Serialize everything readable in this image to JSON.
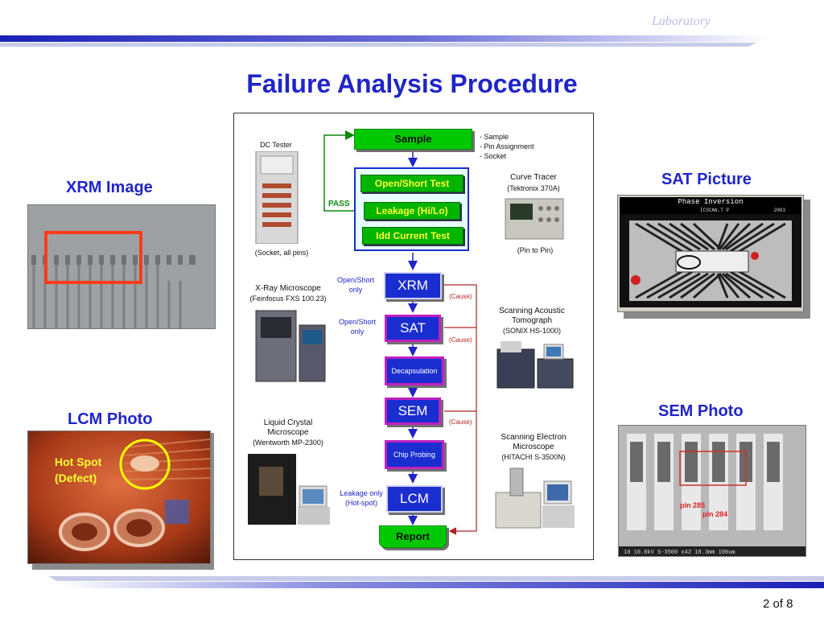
{
  "header": {
    "lab": "Laboratory"
  },
  "title": "Failure Analysis Procedure",
  "left": {
    "xrm_heading": "XRM Image",
    "lcm_heading": "LCM Photo",
    "hotspot_line1": "Hot Spot",
    "hotspot_line2": "(Defect)"
  },
  "right": {
    "sat_heading": "SAT Picture",
    "sat_window_title": "Phase Inversion",
    "sat_status_left": "ICSCAN.T P",
    "sat_status_right": "2003",
    "sem_heading": "SEM Photo",
    "sem_pin1": "pin 285",
    "sem_pin2": "pin 284",
    "sem_footer": "10   10.0kV  S-3500  x42   18.3mm   100um"
  },
  "flow": {
    "sample": "Sample",
    "sample_notes": [
      "- Sample",
      "- Pin Assignment",
      "- Socket"
    ],
    "dc_tester": "DC Tester",
    "dc_note": "(Socket, all pins)",
    "pass": "PASS",
    "tests": [
      "Open/Short Test",
      "Leakage (Hi/Lo)",
      "Idd Current Test"
    ],
    "curve_tracer": "Curve Tracer",
    "curve_model": "(Tektronix 370A)",
    "curve_note": "(Pin to Pin)",
    "xrm": "XRM",
    "xrm_cond1": "Open/Short",
    "xrm_cond2": "only",
    "xray_name": "X-Ray Microscope",
    "xray_model": "(Feinfocus FXS 100.23)",
    "sat": "SAT",
    "sat_cond1": "Open/Short",
    "sat_cond2": "only",
    "sam_name1": "Scanning Acoustic",
    "sam_name2": "Tomograph",
    "sam_model": "(SONIX HS-1000)",
    "decap": "Decapsulation",
    "sem": "SEM",
    "lcm_name1": "Liquid Crystal",
    "lcm_name2": "Microscope",
    "lcm_model": "(Wentworth MP-2300)",
    "sem_name1": "Scanning Electron",
    "sem_name2": "Microscope",
    "sem_model": "(HITACHI S-3500N)",
    "chip_probing": "Chip Probing",
    "lcm": "LCM",
    "lcm_cond1": "Leakage only",
    "lcm_cond2": "(Hot-spot)",
    "report": "Report",
    "cause": "(Cause)"
  },
  "footer": {
    "page": "2 of 8"
  },
  "colors": {
    "accent": "#1f25c8",
    "green": "#00c800",
    "flow_blue": "#1a2ed0",
    "cause_red": "#b22222"
  }
}
